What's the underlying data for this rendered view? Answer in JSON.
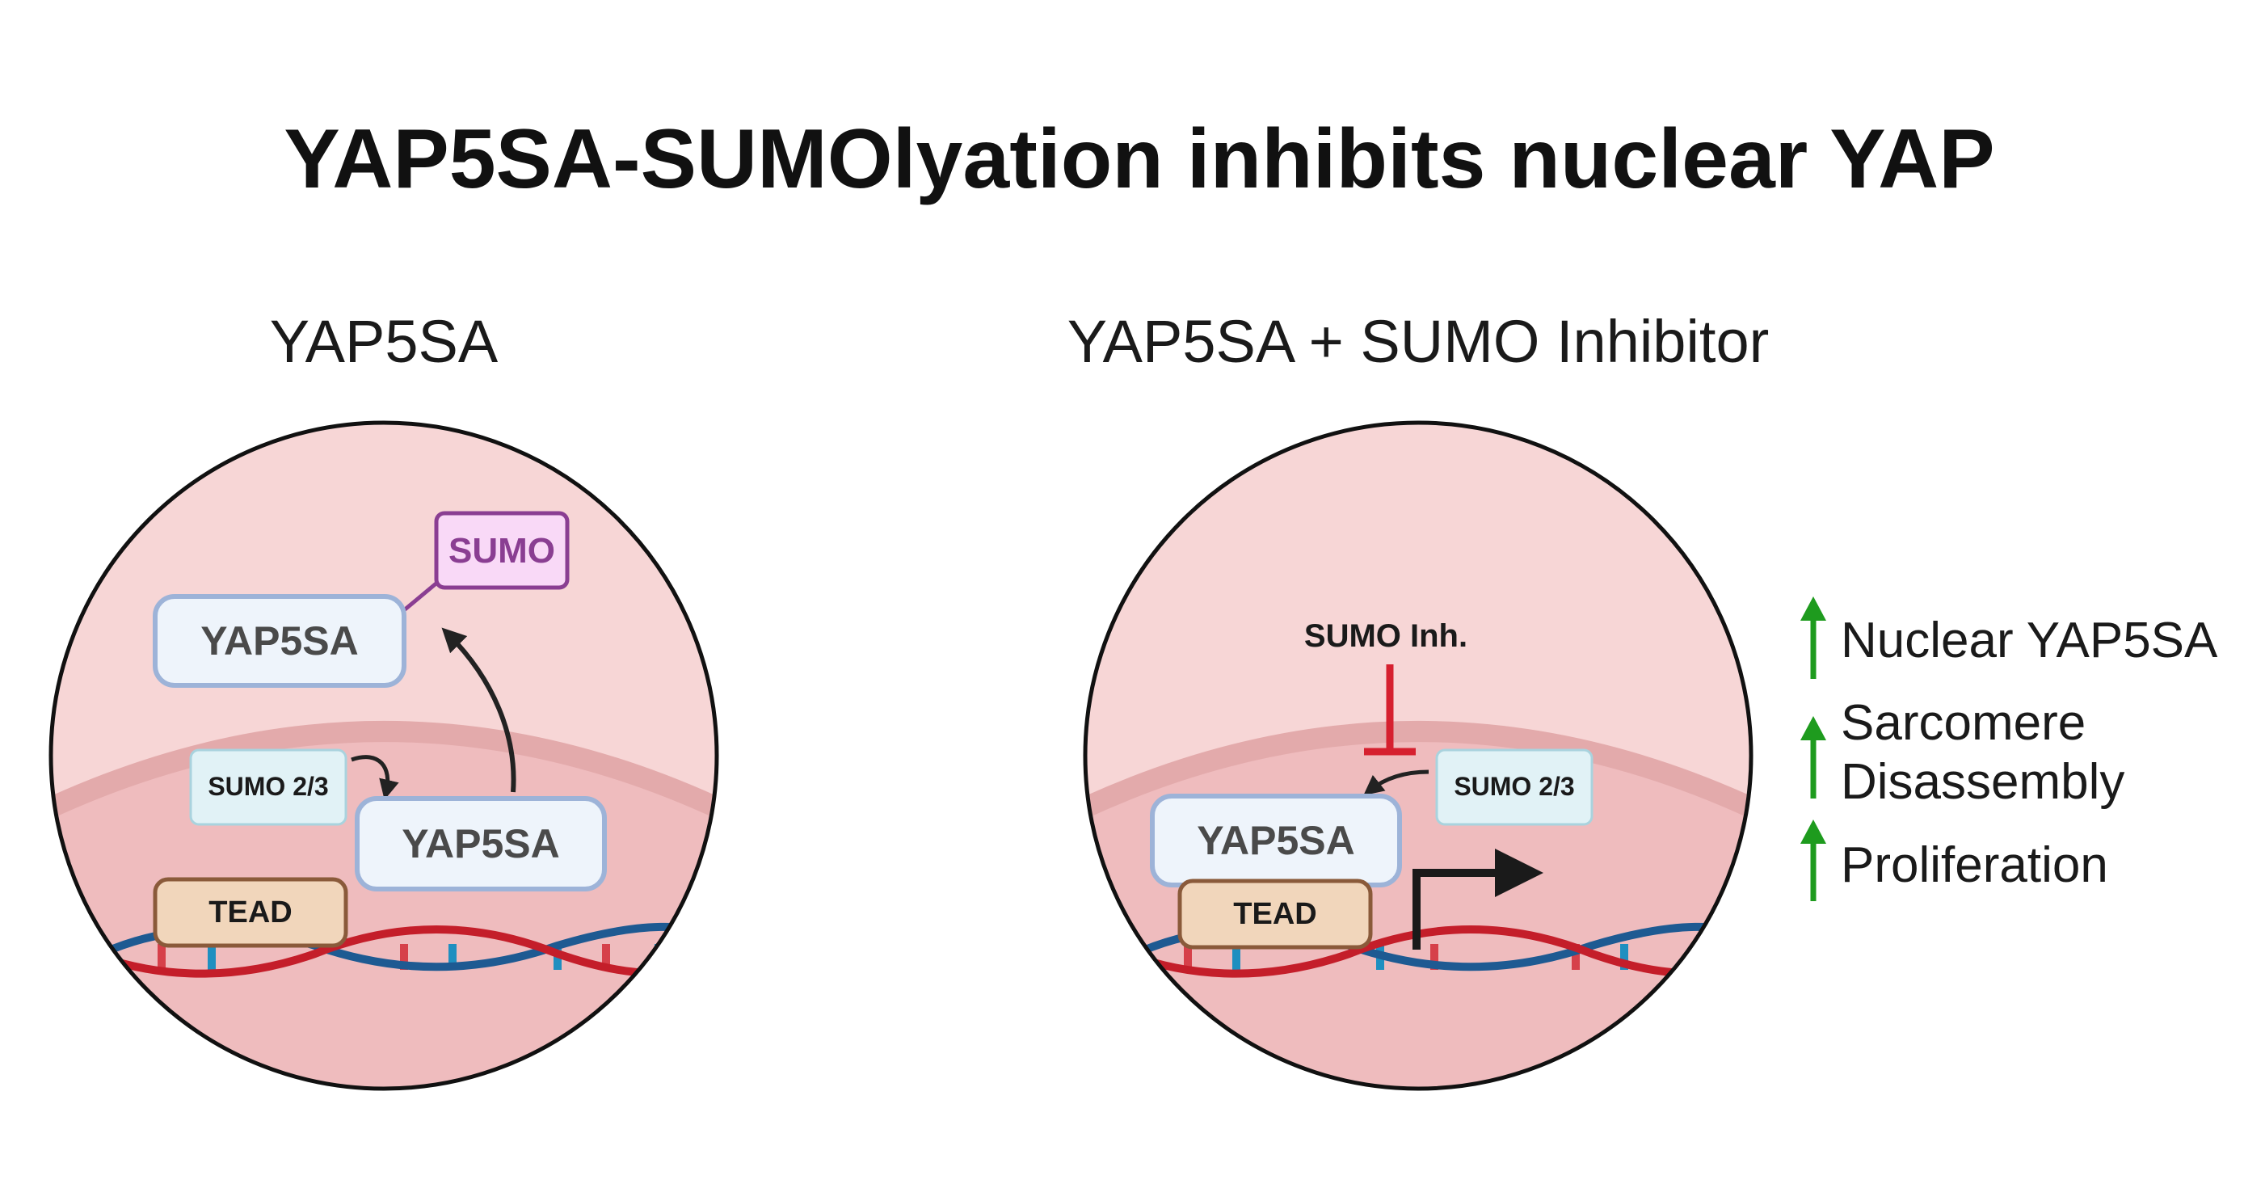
{
  "title": "YAP5SA-SUMOlyation inhibits nuclear YAP",
  "panels": {
    "left": {
      "title": "YAP5SA",
      "yap_upper": "YAP5SA",
      "sumo_tag": "SUMO",
      "sumo23": "SUMO 2/3",
      "yap_lower": "YAP5SA",
      "tead": "TEAD"
    },
    "right": {
      "title": "YAP5SA + SUMO Inhibitor",
      "inhibitor": "SUMO Inh.",
      "sumo23": "SUMO 2/3",
      "yap": "YAP5SA",
      "tead": "TEAD"
    }
  },
  "effects": [
    {
      "label_lines": [
        "Nuclear YAP5SA"
      ],
      "direction": "up"
    },
    {
      "label_lines": [
        "Sarcomere",
        "Disassembly"
      ],
      "direction": "up"
    },
    {
      "label_lines": [
        "Proliferation"
      ],
      "direction": "up"
    }
  ],
  "colors": {
    "cell_fill": "#f7d6d6",
    "nucleus_fill": "#efbcbe",
    "membrane": "#e3aaab",
    "yap_fill": "#eef4fb",
    "yap_stroke": "#9db3d8",
    "sumo_fill": "#f9d9f7",
    "sumo_stroke": "#8a3e92",
    "sumo23_fill": "#e1f2f6",
    "sumo23_stroke": "#a9d3de",
    "tead_fill": "#f1d6bb",
    "tead_stroke": "#8a5a3a",
    "dna_red": "#c41e2a",
    "dna_blue": "#1e5a92",
    "inhibit_red": "#d6202f",
    "up_arrow_green": "#1e9b1e"
  },
  "icons": [
    "curved-arrow-icon",
    "transcription-arrow-icon",
    "inhibition-bar-icon",
    "up-arrow-icon"
  ]
}
